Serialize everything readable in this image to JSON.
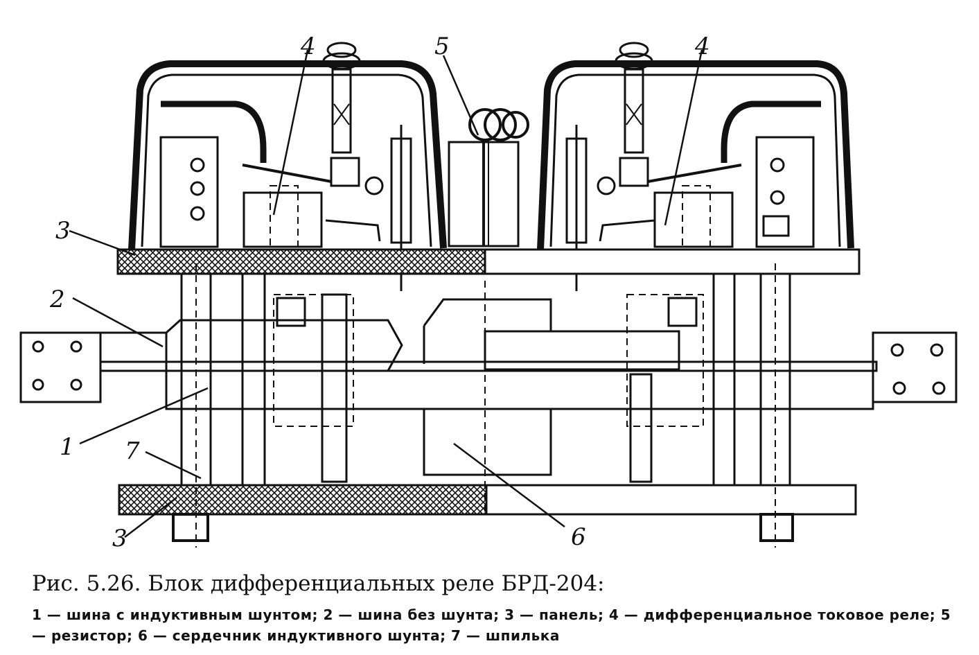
{
  "figure": {
    "callouts": {
      "c1": "1",
      "c2": "2",
      "c3a": "3",
      "c3b": "3",
      "c4a": "4",
      "c4b": "4",
      "c5": "5",
      "c6": "6",
      "c7": "7"
    },
    "caption": {
      "title": "Рис. 5.26. Блок дифференциальных реле БРД-204:",
      "legend": "1 — шина с индуктивным шунтом; 2 — шина без шунта; 3 — панель; 4 — дифференциальное токовое реле; 5 — резистор; 6 — сердечник индуктивного шунта; 7 — шпилька"
    }
  }
}
